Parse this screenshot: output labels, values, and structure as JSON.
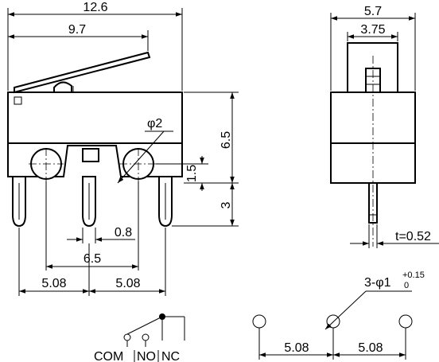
{
  "front_view": {
    "overall_length": "12.6",
    "lever_length": "9.7",
    "body_height": "6.5",
    "hole_diameter_prefix": "φ",
    "hole_diameter_value": "2",
    "hole_offset": "1.5",
    "terminal_length": "3",
    "pin_gap": "0.8",
    "hole_spacing": "6.5",
    "pitch_left": "5.08",
    "pitch_right": "5.08"
  },
  "side_view": {
    "overall_width": "5.7",
    "plunger_width": "3.75",
    "terminal_thickness": "t=0.52"
  },
  "pcb_footprint": {
    "hole_count": "3-",
    "hole_symbol": "φ",
    "hole_diameter": "1",
    "tol_upper": "+0.15",
    "tol_lower": "0",
    "pitch_left": "5.08",
    "pitch_right": "5.08"
  },
  "schematic": {
    "label_com": "COM",
    "label_no": "NO",
    "label_nc": "NC"
  }
}
